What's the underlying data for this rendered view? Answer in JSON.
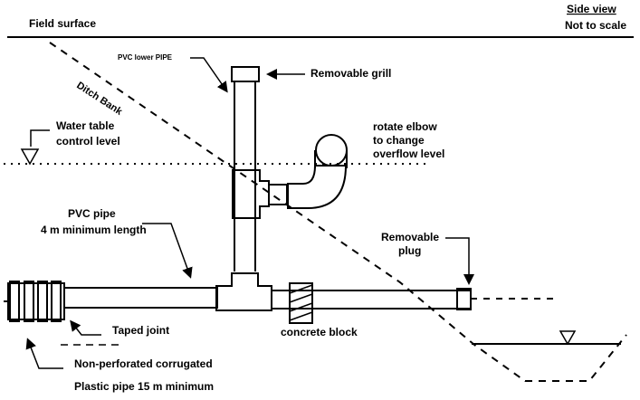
{
  "header": {
    "field_surface": "Field surface",
    "view_type": "Side view",
    "scale_note": "Not to scale"
  },
  "labels": {
    "pvc_tower_pipe": "PVC lower PIPE",
    "removable_grill": "Removable grill",
    "ditch_bank": "Ditch Bank",
    "water_table_line1": "Water table",
    "water_table_line2": "control level",
    "rotate_elbow_line1": "rotate elbow",
    "rotate_elbow_line2": "to change",
    "rotate_elbow_line3": "overflow level",
    "pvc_pipe_line1": "PVC pipe",
    "pvc_pipe_line2": "4 m minimum length",
    "removable_plug_line1": "Removable",
    "removable_plug_line2": "plug",
    "taped_joint": "Taped joint",
    "concrete_block": "concrete block",
    "corrugated_line1": "Non-perforated corrugated",
    "corrugated_line2": "Plastic pipe 15 m minimum"
  },
  "icons": {
    "water_level_symbol": "inverted-triangle",
    "arrow": "arrowhead"
  },
  "colors": {
    "ink": "#000000",
    "background": "#ffffff"
  }
}
